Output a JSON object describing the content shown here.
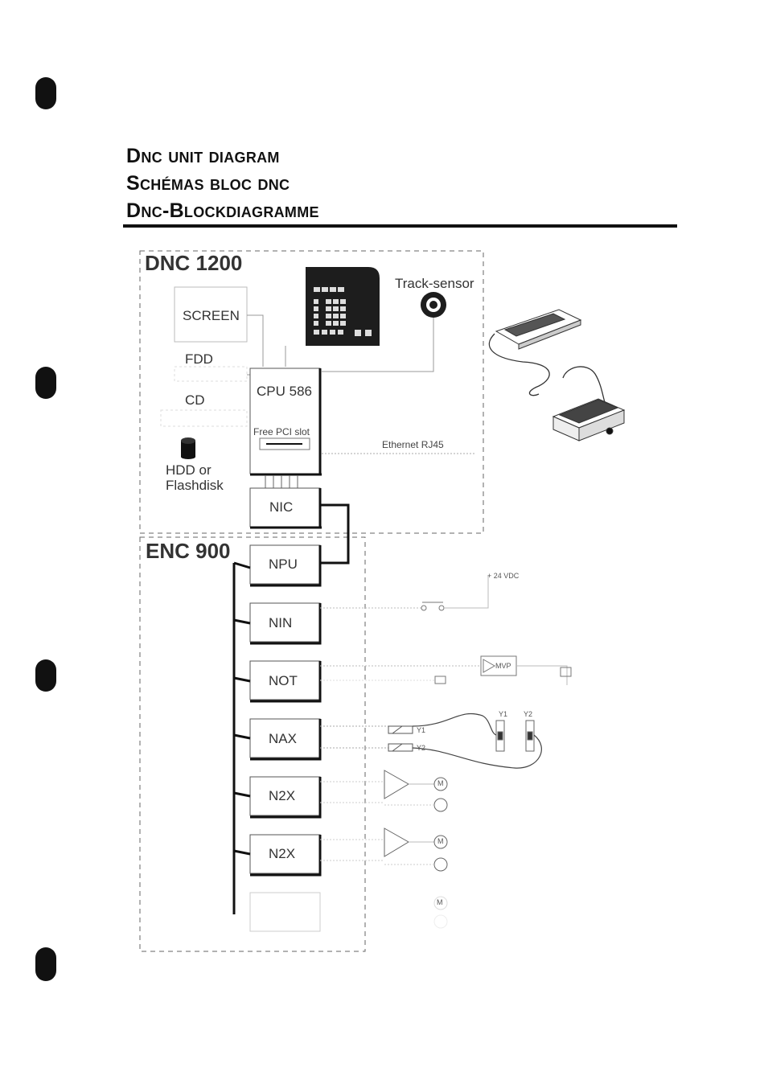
{
  "titles": {
    "en": "Dnc unit diagram",
    "fr": "Schémas bloc dnc",
    "de": "Dnc-Blockdiagramme"
  },
  "dnc": {
    "title": "DNC 1200",
    "screen": "SCREEN",
    "fdd": "FDD",
    "cd": "CD",
    "hdd": "HDD or",
    "hdd2": "Flashdisk",
    "cpu": "CPU 586",
    "pci": "Free PCI slot",
    "track": "Track-sensor",
    "ethernet": "Ethernet RJ45",
    "nic": "NIC"
  },
  "enc": {
    "title": "ENC 900",
    "modules": [
      "NPU",
      "NIN",
      "NOT",
      "NAX",
      "N2X",
      "N2X"
    ]
  },
  "periphery": {
    "vdc": "+ 24 VDC",
    "mvp": "MVP",
    "y1": "Y1",
    "y2": "Y2",
    "motor": "M"
  }
}
